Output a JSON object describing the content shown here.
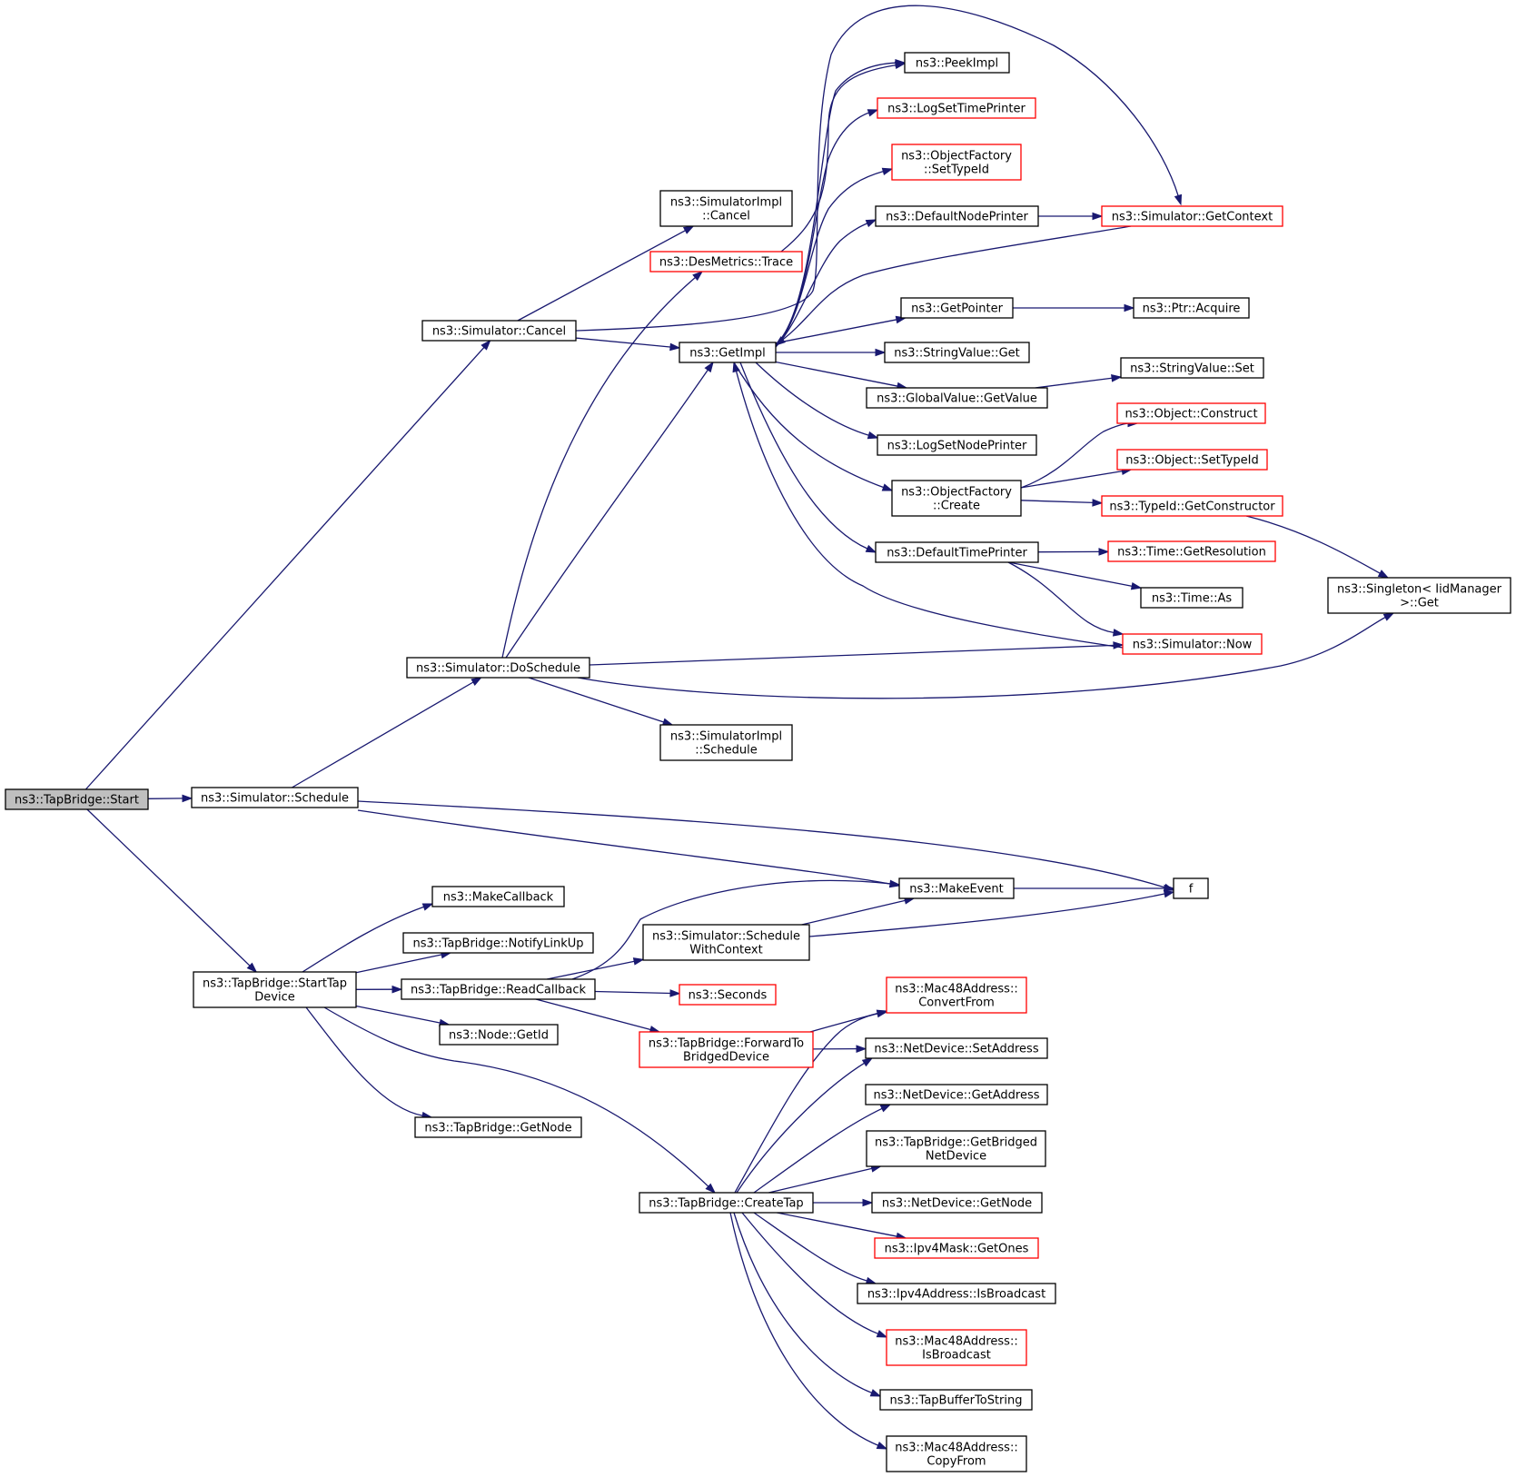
{
  "colors": {
    "edge": "#191970",
    "border_normal": "#000000",
    "border_external": "#ff0000",
    "fill_root": "#bfbfbf",
    "fill_normal": "#ffffff"
  },
  "nodes": {
    "start": {
      "lines": [
        "ns3::TapBridge::Start"
      ],
      "style": "root"
    },
    "cancel": {
      "lines": [
        "ns3::Simulator::Cancel"
      ],
      "style": "normal"
    },
    "impl_cancel": {
      "lines": [
        "ns3::SimulatorImpl",
        "::Cancel"
      ],
      "style": "normal"
    },
    "trace": {
      "lines": [
        "ns3::DesMetrics::Trace"
      ],
      "style": "red"
    },
    "getimpl": {
      "lines": [
        "ns3::GetImpl"
      ],
      "style": "normal"
    },
    "peekimpl": {
      "lines": [
        "ns3::PeekImpl"
      ],
      "style": "normal"
    },
    "logsettime": {
      "lines": [
        "ns3::LogSetTimePrinter"
      ],
      "style": "red"
    },
    "objf_settypeid": {
      "lines": [
        "ns3::ObjectFactory",
        "::SetTypeId"
      ],
      "style": "red"
    },
    "defnodeprinter": {
      "lines": [
        "ns3::DefaultNodePrinter"
      ],
      "style": "normal"
    },
    "getcontext": {
      "lines": [
        "ns3::Simulator::GetContext"
      ],
      "style": "red"
    },
    "getpointer": {
      "lines": [
        "ns3::GetPointer"
      ],
      "style": "normal"
    },
    "ptracquire": {
      "lines": [
        "ns3::Ptr::Acquire"
      ],
      "style": "normal"
    },
    "strget": {
      "lines": [
        "ns3::StringValue::Get"
      ],
      "style": "normal"
    },
    "strset": {
      "lines": [
        "ns3::StringValue::Set"
      ],
      "style": "normal"
    },
    "gvgetvalue": {
      "lines": [
        "ns3::GlobalValue::GetValue"
      ],
      "style": "normal"
    },
    "logsetnode": {
      "lines": [
        "ns3::LogSetNodePrinter"
      ],
      "style": "normal"
    },
    "objconstruct": {
      "lines": [
        "ns3::Object::Construct"
      ],
      "style": "red"
    },
    "objsettypeid": {
      "lines": [
        "ns3::Object::SetTypeId"
      ],
      "style": "red"
    },
    "objf_create": {
      "lines": [
        "ns3::ObjectFactory",
        "::Create"
      ],
      "style": "normal"
    },
    "getconstructor": {
      "lines": [
        "ns3::TypeId::GetConstructor"
      ],
      "style": "red"
    },
    "singleton": {
      "lines": [
        "ns3::Singleton< IidManager",
        " >::Get"
      ],
      "style": "normal"
    },
    "deftimeprinter": {
      "lines": [
        "ns3::DefaultTimePrinter"
      ],
      "style": "normal"
    },
    "getresolution": {
      "lines": [
        "ns3::Time::GetResolution"
      ],
      "style": "red"
    },
    "timeas": {
      "lines": [
        "ns3::Time::As"
      ],
      "style": "normal"
    },
    "simnow": {
      "lines": [
        "ns3::Simulator::Now"
      ],
      "style": "red"
    },
    "doschedule": {
      "lines": [
        "ns3::Simulator::DoSchedule"
      ],
      "style": "normal"
    },
    "impl_schedule": {
      "lines": [
        "ns3::SimulatorImpl",
        "::Schedule"
      ],
      "style": "normal"
    },
    "schedule": {
      "lines": [
        "ns3::Simulator::Schedule"
      ],
      "style": "normal"
    },
    "makeevent": {
      "lines": [
        "ns3::MakeEvent"
      ],
      "style": "normal"
    },
    "f": {
      "lines": [
        "f"
      ],
      "style": "normal"
    },
    "makecallback": {
      "lines": [
        "ns3::MakeCallback"
      ],
      "style": "normal"
    },
    "notifylinkup": {
      "lines": [
        "ns3::TapBridge::NotifyLinkUp"
      ],
      "style": "normal"
    },
    "starttap": {
      "lines": [
        "ns3::TapBridge::StartTap",
        "Device"
      ],
      "style": "normal"
    },
    "readcallback": {
      "lines": [
        "ns3::TapBridge::ReadCallback"
      ],
      "style": "normal"
    },
    "schedwithctx": {
      "lines": [
        "ns3::Simulator::Schedule",
        "WithContext"
      ],
      "style": "normal"
    },
    "seconds": {
      "lines": [
        "ns3::Seconds"
      ],
      "style": "red"
    },
    "nodegetid": {
      "lines": [
        "ns3::Node::GetId"
      ],
      "style": "normal"
    },
    "forwardto": {
      "lines": [
        "ns3::TapBridge::ForwardTo",
        "BridgedDevice"
      ],
      "style": "red"
    },
    "tbgetnode": {
      "lines": [
        "ns3::TapBridge::GetNode"
      ],
      "style": "normal"
    },
    "createtap": {
      "lines": [
        "ns3::TapBridge::CreateTap"
      ],
      "style": "normal"
    },
    "mac_convertfrom": {
      "lines": [
        "ns3::Mac48Address::",
        "ConvertFrom"
      ],
      "style": "red"
    },
    "nd_setaddress": {
      "lines": [
        "ns3::NetDevice::SetAddress"
      ],
      "style": "normal"
    },
    "nd_getaddress": {
      "lines": [
        "ns3::NetDevice::GetAddress"
      ],
      "style": "normal"
    },
    "getbridged": {
      "lines": [
        "ns3::TapBridge::GetBridged",
        "NetDevice"
      ],
      "style": "normal"
    },
    "nd_getnode": {
      "lines": [
        "ns3::NetDevice::GetNode"
      ],
      "style": "normal"
    },
    "ipv4mask": {
      "lines": [
        "ns3::Ipv4Mask::GetOnes"
      ],
      "style": "red"
    },
    "ipv4bcast": {
      "lines": [
        "ns3::Ipv4Address::IsBroadcast"
      ],
      "style": "normal"
    },
    "mac_isbcast": {
      "lines": [
        "ns3::Mac48Address::",
        "IsBroadcast"
      ],
      "style": "red"
    },
    "tapbuffer": {
      "lines": [
        "ns3::TapBufferToString"
      ],
      "style": "normal"
    },
    "mac_copyfrom": {
      "lines": [
        "ns3::Mac48Address::",
        "CopyFrom"
      ],
      "style": "normal"
    }
  },
  "edges": [
    [
      "start",
      "cancel"
    ],
    [
      "start",
      "schedule"
    ],
    [
      "start",
      "starttap"
    ],
    [
      "cancel",
      "impl_cancel"
    ],
    [
      "cancel",
      "getimpl"
    ],
    [
      "cancel",
      "getcontext"
    ],
    [
      "getimpl",
      "peekimpl"
    ],
    [
      "getimpl",
      "logsettime"
    ],
    [
      "getimpl",
      "objf_settypeid"
    ],
    [
      "getimpl",
      "defnodeprinter"
    ],
    [
      "getimpl",
      "getpointer"
    ],
    [
      "getimpl",
      "strget"
    ],
    [
      "getimpl",
      "gvgetvalue"
    ],
    [
      "getimpl",
      "logsetnode"
    ],
    [
      "getimpl",
      "objf_create"
    ],
    [
      "getimpl",
      "deftimeprinter"
    ],
    [
      "defnodeprinter",
      "getcontext"
    ],
    [
      "getcontext",
      "getimpl"
    ],
    [
      "getpointer",
      "ptracquire"
    ],
    [
      "gvgetvalue",
      "strset"
    ],
    [
      "objf_create",
      "objconstruct"
    ],
    [
      "objf_create",
      "objsettypeid"
    ],
    [
      "objf_create",
      "getconstructor"
    ],
    [
      "getconstructor",
      "singleton"
    ],
    [
      "deftimeprinter",
      "getresolution"
    ],
    [
      "deftimeprinter",
      "timeas"
    ],
    [
      "deftimeprinter",
      "simnow"
    ],
    [
      "simnow",
      "getimpl"
    ],
    [
      "trace",
      "peekimpl"
    ],
    [
      "doschedule",
      "trace"
    ],
    [
      "doschedule",
      "getimpl"
    ],
    [
      "doschedule",
      "simnow"
    ],
    [
      "doschedule",
      "singleton"
    ],
    [
      "doschedule",
      "impl_schedule"
    ],
    [
      "schedule",
      "doschedule"
    ],
    [
      "schedule",
      "makeevent"
    ],
    [
      "schedule",
      "f"
    ],
    [
      "makeevent",
      "f"
    ],
    [
      "starttap",
      "makecallback"
    ],
    [
      "starttap",
      "notifylinkup"
    ],
    [
      "starttap",
      "readcallback"
    ],
    [
      "starttap",
      "nodegetid"
    ],
    [
      "starttap",
      "tbgetnode"
    ],
    [
      "starttap",
      "createtap"
    ],
    [
      "readcallback",
      "makeevent"
    ],
    [
      "readcallback",
      "schedwithctx"
    ],
    [
      "readcallback",
      "seconds"
    ],
    [
      "readcallback",
      "forwardto"
    ],
    [
      "schedwithctx",
      "makeevent"
    ],
    [
      "schedwithctx",
      "f"
    ],
    [
      "forwardto",
      "mac_convertfrom"
    ],
    [
      "forwardto",
      "nd_setaddress"
    ],
    [
      "createtap",
      "mac_convertfrom"
    ],
    [
      "createtap",
      "nd_setaddress"
    ],
    [
      "createtap",
      "nd_getaddress"
    ],
    [
      "createtap",
      "getbridged"
    ],
    [
      "createtap",
      "nd_getnode"
    ],
    [
      "createtap",
      "ipv4mask"
    ],
    [
      "createtap",
      "ipv4bcast"
    ],
    [
      "createtap",
      "mac_isbcast"
    ],
    [
      "createtap",
      "tapbuffer"
    ],
    [
      "createtap",
      "mac_copyfrom"
    ]
  ]
}
